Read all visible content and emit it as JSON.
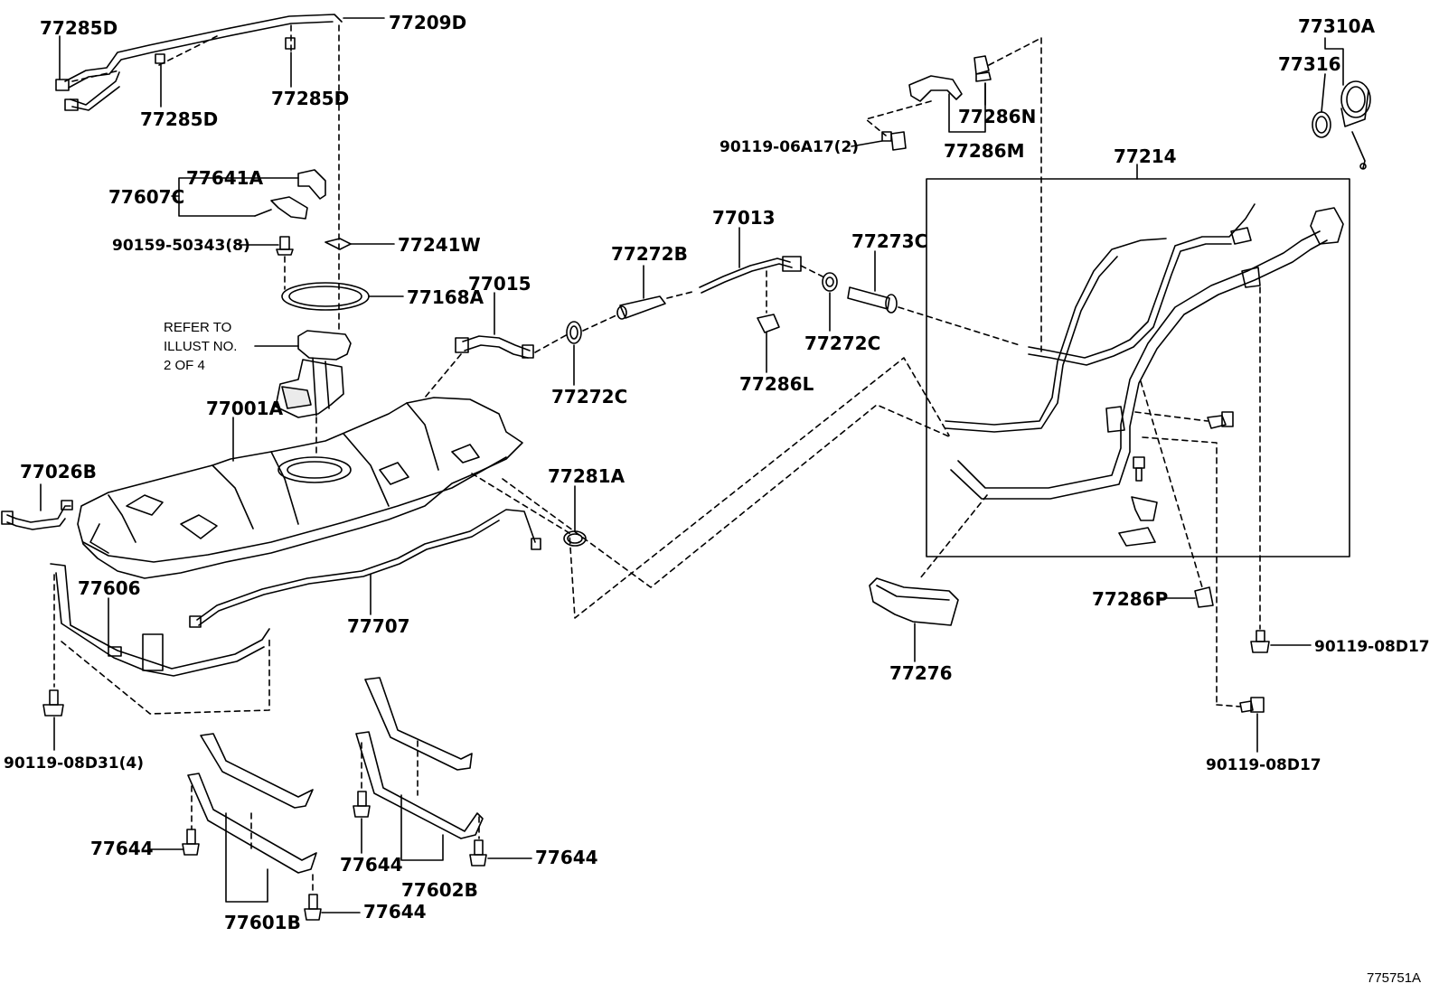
{
  "diagram_id": "775751A",
  "refer_note": "REFER TO\nILLUST NO.\n2 OF 4",
  "labels": {
    "p77285D_a": "77285D",
    "p77209D": "77209D",
    "p77285D_b": "77285D",
    "p77285D_c": "77285D",
    "p77641A": "77641A",
    "p77607C": "77607C",
    "p90159": "90159-50343(8)",
    "p77241W": "77241W",
    "p77168A": "77168A",
    "p77015": "77015",
    "p77001A": "77001A",
    "p77026B": "77026B",
    "p77606": "77606",
    "p90119_08D31": "90119-08D31(4)",
    "p77272B": "77272B",
    "p77013": "77013",
    "p77273C": "77273C",
    "p77272C_a": "77272C",
    "p77272C_b": "77272C",
    "p77286L": "77286L",
    "p77281A": "77281A",
    "p77707": "77707",
    "p77644_a": "77644",
    "p77644_b": "77644",
    "p77644_c": "77644",
    "p77644_d": "77644",
    "p77601B": "77601B",
    "p77602B": "77602B",
    "p77286N": "77286N",
    "p77286M": "77286M",
    "p90119_06A17": "90119-06A17(2)",
    "p77214": "77214",
    "p77310A": "77310A",
    "p77316": "77316",
    "p77276": "77276",
    "p77286P": "77286P",
    "p90119_08D17_a": "90119-08D17",
    "p90119_08D17_b": "90119-08D17"
  }
}
